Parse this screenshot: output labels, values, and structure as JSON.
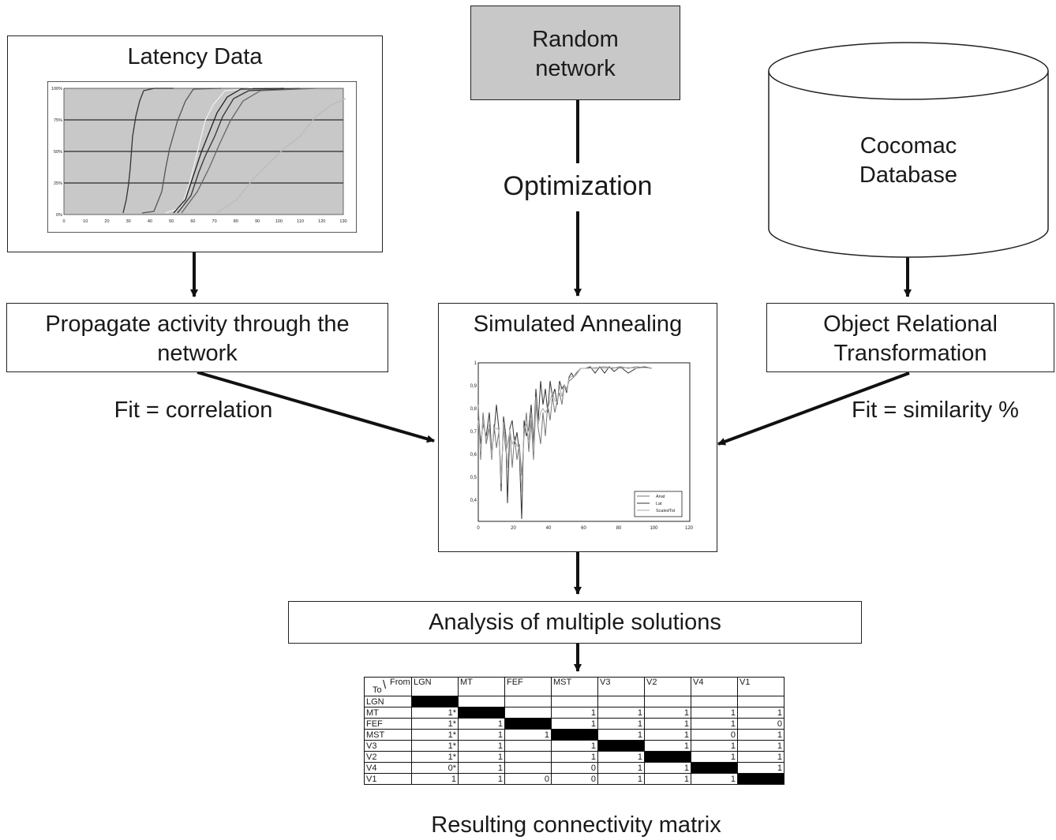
{
  "latency": {
    "title": "Latency Data",
    "y_ticks": [
      "100%",
      "75%",
      "50%",
      "25%",
      "0%"
    ],
    "x_ticks": [
      "0",
      "10",
      "20",
      "30",
      "40",
      "50",
      "60",
      "70",
      "80",
      "90",
      "100",
      "110",
      "120",
      "130"
    ]
  },
  "random_network": {
    "line1": "Random",
    "line2": "network"
  },
  "optimization": "Optimization",
  "database": {
    "line1": "Cocomac",
    "line2": "Database"
  },
  "propagate": {
    "line1": "Propagate activity through the",
    "line2": "network"
  },
  "annealing": {
    "title": "Simulated Annealing",
    "y_ticks": [
      "1",
      "0,9",
      "0,8",
      "0,7",
      "0,6",
      "0,5",
      "0,4"
    ],
    "x_ticks": [
      "0",
      "20",
      "40",
      "60",
      "80",
      "100",
      "120"
    ],
    "legend": [
      "Anat",
      "Lat",
      "ScaledTot"
    ]
  },
  "ort": {
    "line1": "Object Relational",
    "line2": "Transformation"
  },
  "fit_correlation": "Fit = correlation",
  "fit_similarity": "Fit = similarity %",
  "analysis": "Analysis of multiple solutions",
  "matrix": {
    "corner_to": "To",
    "corner_from": "From",
    "columns": [
      "LGN",
      "MT",
      "FEF",
      "MST",
      "V3",
      "V2",
      "V4",
      "V1"
    ],
    "rows": [
      {
        "label": "LGN",
        "cells": [
          "",
          "",
          "",
          "",
          "",
          "",
          "",
          ""
        ]
      },
      {
        "label": "MT",
        "cells": [
          "1*",
          "",
          "",
          "1",
          "1",
          "1",
          "1",
          "1"
        ]
      },
      {
        "label": "FEF",
        "cells": [
          "1*",
          "1",
          "",
          "1",
          "1",
          "1",
          "1",
          "0"
        ]
      },
      {
        "label": "MST",
        "cells": [
          "1*",
          "1",
          "1",
          "",
          "1",
          "1",
          "0",
          "1"
        ]
      },
      {
        "label": "V3",
        "cells": [
          "1*",
          "1",
          "",
          "1",
          "",
          "1",
          "1",
          "1"
        ]
      },
      {
        "label": "V2",
        "cells": [
          "1*",
          "1",
          "",
          "1",
          "1",
          "",
          "1",
          "1"
        ]
      },
      {
        "label": "V4",
        "cells": [
          "0*",
          "1",
          "",
          "0",
          "1",
          "1",
          "",
          "1"
        ]
      },
      {
        "label": "V1",
        "cells": [
          "1",
          "1",
          "0",
          "0",
          "1",
          "1",
          "1",
          ""
        ]
      }
    ],
    "caption": "Resulting connectivity matrix"
  }
}
